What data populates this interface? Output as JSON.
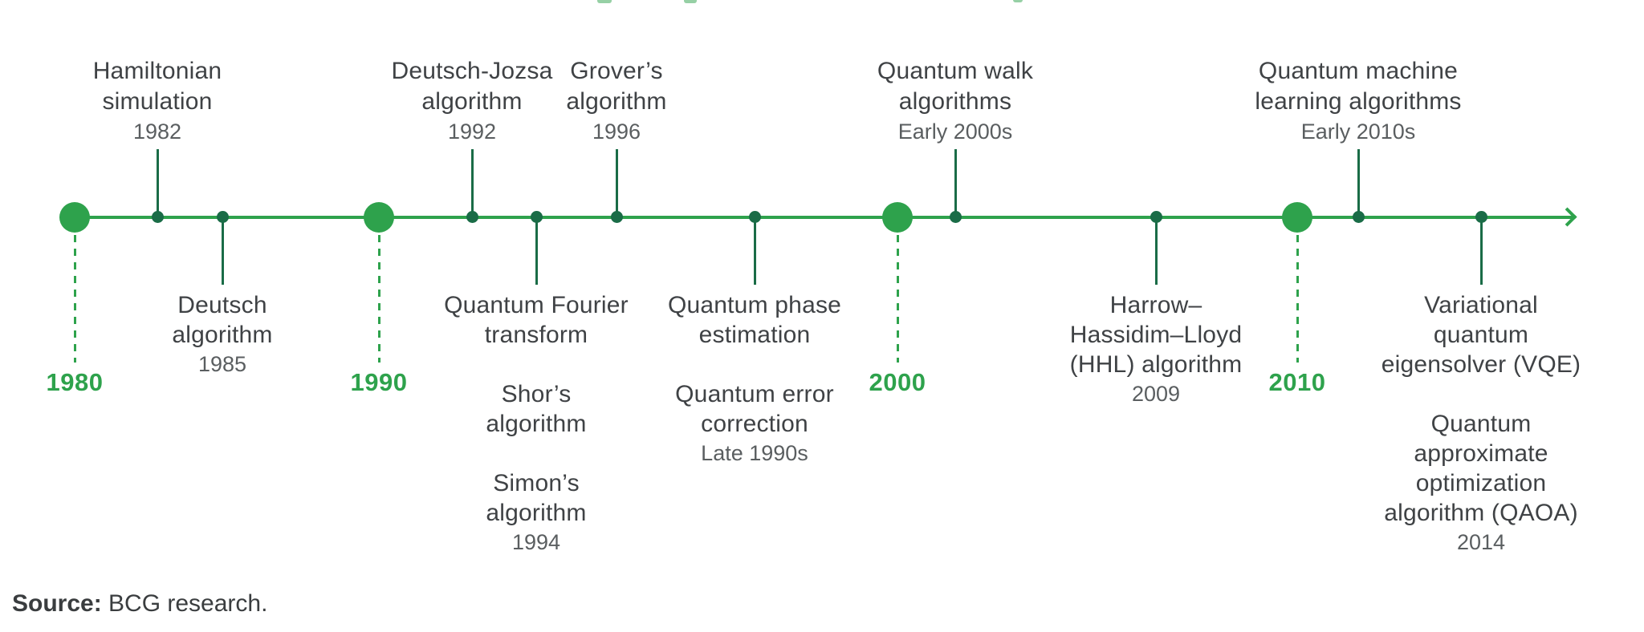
{
  "colors": {
    "accent_green": "#2ea24c",
    "dark_green": "#1a6c47",
    "label_gray": "#3f4245",
    "year_gray": "#5a5e60"
  },
  "timeline": {
    "decades": [
      {
        "year": "1980"
      },
      {
        "year": "1990"
      },
      {
        "year": "2000"
      },
      {
        "year": "2010"
      }
    ],
    "events_above": [
      {
        "title": "Hamiltonian\nsimulation",
        "year": "1982"
      },
      {
        "title": "Deutsch-Jozsa\nalgorithm",
        "year": "1992"
      },
      {
        "title": "Grover’s\nalgorithm",
        "year": "1996"
      },
      {
        "title": "Quantum walk\nalgorithms",
        "year": "Early 2000s"
      },
      {
        "title": "Quantum machine\nlearning algorithms",
        "year": "Early 2010s"
      }
    ],
    "events_below": [
      {
        "title": "Deutsch\nalgorithm",
        "year": "1985"
      },
      {
        "title": "Quantum Fourier\ntransform\n\nShor’s\nalgorithm\n\nSimon’s\nalgorithm",
        "year": "1994"
      },
      {
        "title": "Quantum phase\nestimation\n\nQuantum error\ncorrection",
        "year": "Late 1990s"
      },
      {
        "title": "Harrow–\nHassidim–Lloyd\n(HHL) algorithm",
        "year": "2009"
      },
      {
        "title": "Variational\nquantum\neigensolver (VQE)\n\nQuantum\napproximate\noptimization\nalgorithm (QAOA)",
        "year": "2014"
      }
    ],
    "source": {
      "label": "Source:",
      "text": " BCG research."
    }
  }
}
